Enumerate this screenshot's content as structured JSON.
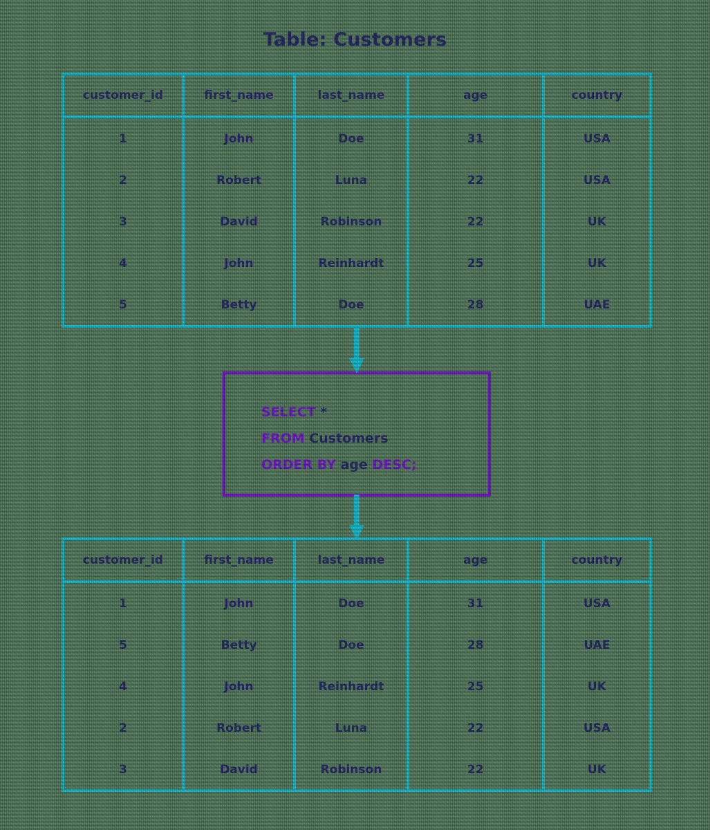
{
  "title": "Table: Customers",
  "colors": {
    "background": "#5e8567",
    "table_border": "#18c8dd",
    "query_border": "#7b19d8",
    "keyword": "#7b19d8",
    "identifier": "#2b2d6e",
    "text": "#2b2d6e"
  },
  "columns": [
    "customer_id",
    "first_name",
    "last_name",
    "age",
    "country"
  ],
  "source_table": {
    "headers": [
      "customer_id",
      "first_name",
      "last_name",
      "age",
      "country"
    ],
    "rows": [
      [
        "1",
        "John",
        "Doe",
        "31",
        "USA"
      ],
      [
        "2",
        "Robert",
        "Luna",
        "22",
        "USA"
      ],
      [
        "3",
        "David",
        "Robinson",
        "22",
        "UK"
      ],
      [
        "4",
        "John",
        "Reinhardt",
        "25",
        "UK"
      ],
      [
        "5",
        "Betty",
        "Doe",
        "28",
        "UAE"
      ]
    ]
  },
  "query": {
    "full_text": "SELECT * FROM Customers ORDER BY age DESC;",
    "lines": [
      {
        "keyword": "SELECT",
        "identifier": "*"
      },
      {
        "keyword": "FROM",
        "identifier": "Customers"
      },
      {
        "keyword": "ORDER BY",
        "identifier": "age",
        "keyword2": "DESC;"
      }
    ]
  },
  "result_table": {
    "headers": [
      "customer_id",
      "first_name",
      "last_name",
      "age",
      "country"
    ],
    "rows": [
      [
        "1",
        "John",
        "Doe",
        "31",
        "USA"
      ],
      [
        "5",
        "Betty",
        "Doe",
        "28",
        "UAE"
      ],
      [
        "4",
        "John",
        "Reinhardt",
        "25",
        "UK"
      ],
      [
        "2",
        "Robert",
        "Luna",
        "22",
        "USA"
      ],
      [
        "3",
        "David",
        "Robinson",
        "22",
        "UK"
      ]
    ]
  },
  "arrows": {
    "top": "down-arrow",
    "bottom": "down-arrow"
  }
}
